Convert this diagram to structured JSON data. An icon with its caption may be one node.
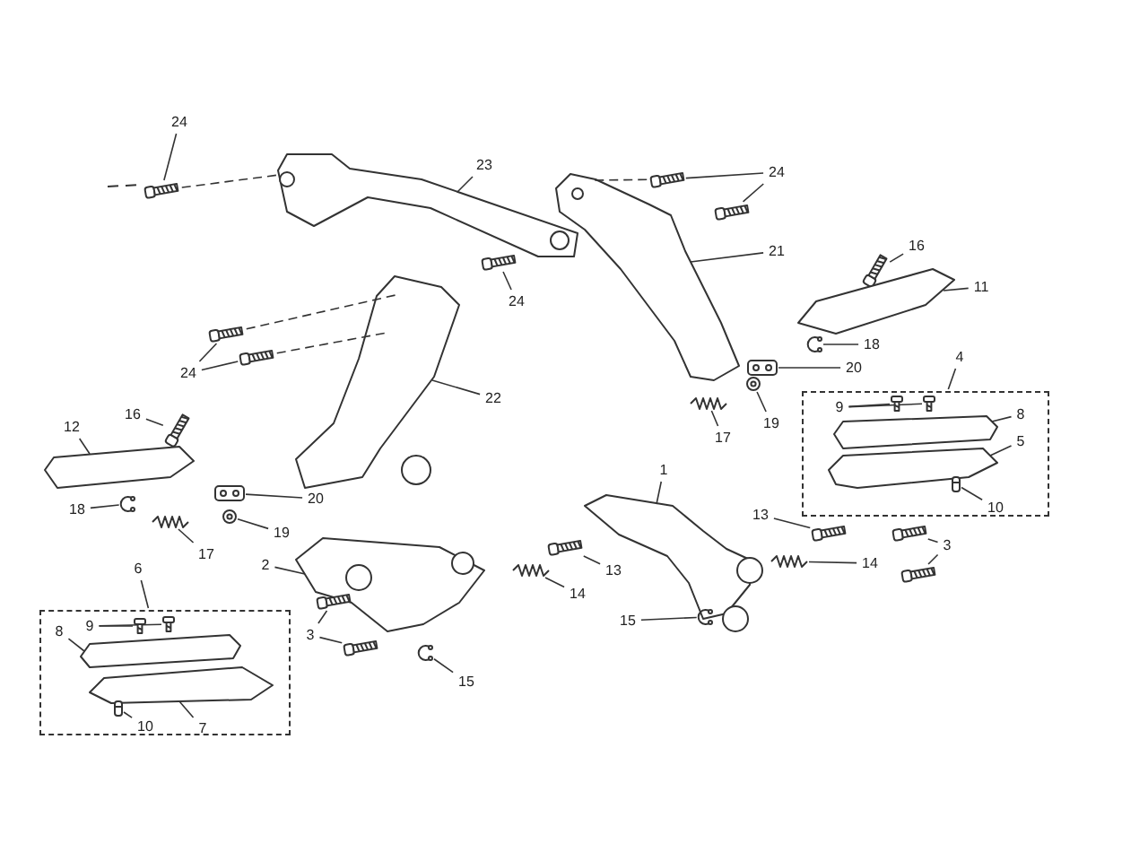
{
  "diagram": {
    "nodes": [
      {
        "text": [
          "24"
        ]
      },
      {
        "text": [
          "23"
        ]
      },
      {
        "text": [
          "24"
        ]
      },
      {
        "text": [
          "21"
        ]
      },
      {
        "text": [
          "16"
        ]
      },
      {
        "text": [
          "11"
        ]
      },
      {
        "text": [
          "24"
        ]
      },
      {
        "text": [
          "18"
        ]
      },
      {
        "text": [
          "20"
        ]
      },
      {
        "text": [
          "24"
        ]
      },
      {
        "text": [
          "4"
        ]
      },
      {
        "text": [],
        "shape": "box"
      },
      {
        "text": [
          "9"
        ],
        "in": 11
      },
      {
        "text": [
          "8"
        ],
        "in": 11
      },
      {
        "text": [
          "5"
        ],
        "in": 11
      },
      {
        "text": [
          "10"
        ],
        "in": 11
      },
      {
        "text": [
          "22"
        ]
      },
      {
        "text": [
          "19"
        ]
      },
      {
        "text": [
          "17"
        ]
      },
      {
        "text": [
          "16"
        ]
      },
      {
        "text": [
          "12"
        ]
      },
      {
        "text": [
          "1"
        ]
      },
      {
        "text": [
          "20"
        ]
      },
      {
        "text": [
          "18"
        ]
      },
      {
        "text": [
          "13"
        ]
      },
      {
        "text": [
          "19"
        ]
      },
      {
        "text": [
          "3"
        ]
      },
      {
        "text": [
          "17"
        ]
      },
      {
        "text": [
          "14"
        ]
      },
      {
        "text": [
          "2"
        ]
      },
      {
        "text": [
          "6"
        ]
      },
      {
        "text": [
          "13"
        ]
      },
      {
        "text": [
          "14"
        ]
      },
      {
        "text": [],
        "shape": "box"
      },
      {
        "text": [
          "9"
        ],
        "in": 33
      },
      {
        "text": [
          "8"
        ],
        "in": 33
      },
      {
        "text": [
          "15"
        ]
      },
      {
        "text": [
          "3"
        ]
      },
      {
        "text": [
          "7"
        ],
        "in": 33
      },
      {
        "text": [
          "10"
        ],
        "in": 33
      },
      {
        "text": [
          "15"
        ]
      },
      {
        "text": [],
        "shape": "picture"
      },
      {
        "text": [],
        "shape": "picture"
      },
      {
        "text": [],
        "shape": "picture"
      },
      {
        "text": [],
        "shape": "picture"
      },
      {
        "text": [],
        "shape": "picture"
      },
      {
        "text": [],
        "shape": "picture"
      },
      {
        "text": [],
        "shape": "picture"
      },
      {
        "text": [],
        "shape": "picture"
      },
      {
        "text": [],
        "shape": "picture"
      },
      {
        "text": [],
        "shape": "picture"
      },
      {
        "text": [],
        "shape": "picture"
      },
      {
        "text": [],
        "shape": "picture"
      },
      {
        "text": [],
        "shape": "picture",
        "in": 11
      },
      {
        "text": [],
        "shape": "picture",
        "in": 11
      },
      {
        "text": [],
        "shape": "picture",
        "in": 11
      },
      {
        "text": [],
        "shape": "picture",
        "in": 11
      },
      {
        "text": [],
        "shape": "picture",
        "in": 11
      },
      {
        "text": [],
        "shape": "picture"
      },
      {
        "text": [],
        "shape": "picture"
      },
      {
        "text": [],
        "shape": "picture"
      },
      {
        "text": [],
        "shape": "picture"
      },
      {
        "text": [],
        "shape": "picture"
      },
      {
        "text": [],
        "shape": "picture"
      },
      {
        "text": [],
        "shape": "picture"
      },
      {
        "text": [],
        "shape": "picture"
      },
      {
        "text": [],
        "shape": "picture"
      },
      {
        "text": [],
        "shape": "picture"
      },
      {
        "text": [],
        "shape": "picture"
      },
      {
        "text": [],
        "shape": "picture"
      },
      {
        "text": [],
        "shape": "picture"
      },
      {
        "text": [],
        "shape": "picture"
      },
      {
        "text": [],
        "shape": "picture"
      },
      {
        "text": [],
        "shape": "picture"
      },
      {
        "text": [],
        "shape": "picture"
      },
      {
        "text": [],
        "shape": "picture",
        "in": 33
      },
      {
        "text": [],
        "shape": "picture",
        "in": 33
      },
      {
        "text": [],
        "shape": "picture",
        "in": 33
      },
      {
        "text": [],
        "shape": "picture"
      },
      {
        "text": [],
        "shape": "picture"
      },
      {
        "text": [],
        "shape": "picture"
      },
      {
        "text": [],
        "shape": "picture",
        "in": 33
      },
      {
        "text": [],
        "shape": "picture",
        "in": 33
      },
      {
        "text": [],
        "shape": "picture"
      }
    ],
    "edges": [
      {
        "from": 0,
        "to": 41,
        "arrow": "none"
      },
      {
        "from": 1,
        "to": 42,
        "arrow": "none"
      },
      {
        "from": 2,
        "to": 43,
        "arrow": "none"
      },
      {
        "from": 2,
        "to": 44,
        "arrow": "none"
      },
      {
        "from": 3,
        "to": 45,
        "arrow": "none"
      },
      {
        "from": 4,
        "to": 46,
        "arrow": "none"
      },
      {
        "from": 5,
        "to": 47,
        "arrow": "none"
      },
      {
        "from": 6,
        "to": 48,
        "arrow": "none"
      },
      {
        "from": 7,
        "to": 49,
        "arrow": "none"
      },
      {
        "from": 8,
        "to": 50,
        "arrow": "none"
      },
      {
        "from": 9,
        "to": 51,
        "arrow": "none"
      },
      {
        "from": 9,
        "to": 52,
        "arrow": "none"
      },
      {
        "from": 10,
        "to": 11,
        "arrow": "none"
      },
      {
        "from": 12,
        "to": 53,
        "arrow": "none"
      },
      {
        "from": 12,
        "to": 54,
        "arrow": "none"
      },
      {
        "from": 13,
        "to": 55,
        "arrow": "none"
      },
      {
        "from": 14,
        "to": 56,
        "arrow": "none"
      },
      {
        "from": 15,
        "to": 57,
        "arrow": "none"
      },
      {
        "from": 16,
        "to": 58,
        "arrow": "none"
      },
      {
        "from": 17,
        "to": 59,
        "arrow": "none"
      },
      {
        "from": 18,
        "to": 60,
        "arrow": "none"
      },
      {
        "from": 19,
        "to": 61,
        "arrow": "none"
      },
      {
        "from": 20,
        "to": 62,
        "arrow": "none"
      },
      {
        "from": 21,
        "to": 63,
        "arrow": "none"
      },
      {
        "from": 22,
        "to": 64,
        "arrow": "none"
      },
      {
        "from": 23,
        "to": 65,
        "arrow": "none"
      },
      {
        "from": 24,
        "to": 66,
        "arrow": "none"
      },
      {
        "from": 25,
        "to": 67,
        "arrow": "none"
      },
      {
        "from": 26,
        "to": 68,
        "arrow": "none"
      },
      {
        "from": 26,
        "to": 69,
        "arrow": "none"
      },
      {
        "from": 27,
        "to": 70,
        "arrow": "none"
      },
      {
        "from": 28,
        "to": 71,
        "arrow": "none"
      },
      {
        "from": 29,
        "to": 72,
        "arrow": "none"
      },
      {
        "from": 30,
        "to": 33,
        "arrow": "none"
      },
      {
        "from": 31,
        "to": 73,
        "arrow": "none"
      },
      {
        "from": 32,
        "to": 74,
        "arrow": "none"
      },
      {
        "from": 34,
        "to": 75,
        "arrow": "none"
      },
      {
        "from": 34,
        "to": 76,
        "arrow": "none"
      },
      {
        "from": 35,
        "to": 77,
        "arrow": "none"
      },
      {
        "from": 36,
        "to": 78,
        "arrow": "none"
      },
      {
        "from": 37,
        "to": 79,
        "arrow": "none"
      },
      {
        "from": 37,
        "to": 80,
        "arrow": "none"
      },
      {
        "from": 38,
        "to": 81,
        "arrow": "none"
      },
      {
        "from": 39,
        "to": 82,
        "arrow": "none"
      },
      {
        "from": 40,
        "to": 83,
        "arrow": "none"
      },
      {
        "from": 41,
        "to": 42,
        "arrow": "none",
        "style": "dashed"
      },
      {
        "from": 43,
        "to": 45,
        "arrow": "none",
        "style": "dashed"
      },
      {
        "from": 51,
        "to": 58,
        "arrow": "none",
        "style": "dashed"
      },
      {
        "from": 52,
        "to": 58,
        "arrow": "none",
        "style": "dashed"
      }
    ]
  }
}
